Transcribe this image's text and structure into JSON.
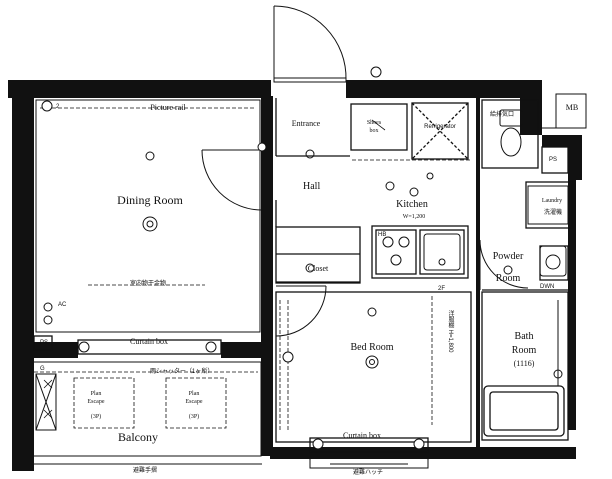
{
  "rooms": {
    "dining": "Dining Room",
    "entrance": "Entrance",
    "shoes_line1": "Shoes",
    "shoes_line2": "box",
    "hall": "Hall",
    "kitchen": "Kitchen",
    "kitchen_width": "W=1,200",
    "closet": "Closet",
    "bedroom": "Bed Room",
    "powder_line1": "Powder",
    "powder_line2": "Room",
    "bath_line1": "Bath",
    "bath_line2": "Room",
    "bath_size": "(1116)",
    "balcony": "Balcony",
    "laundry": "Laundry",
    "laundry_jp": "洗濯機",
    "mb": "MB",
    "ps_right": "PS",
    "ps_left": "PS",
    "refrigerator": "Refrigerator"
  },
  "labels": {
    "picture_rail": "Picture rail",
    "curtain_box_left": "Curtain box",
    "curtain_box_right": "Curtain box",
    "hanger_hardware": "室内物干金物",
    "shutter": "雨シャッター（1ヶ所）",
    "plan_escape_line1": "Plan",
    "plan_escape_line2": "Escape",
    "plan_escape_count": "(3P)",
    "handrail": "避難手摺",
    "ac": "AC",
    "tel_2": "2",
    "outlet_2f": "2F",
    "dwn": "DWN",
    "kitchen_appliance": "HB",
    "g_mark": "G",
    "vent_label": "給排気口",
    "bottom_label": "避難ハッチ",
    "wardrobe_note": "洋服棚 H=1,800"
  }
}
